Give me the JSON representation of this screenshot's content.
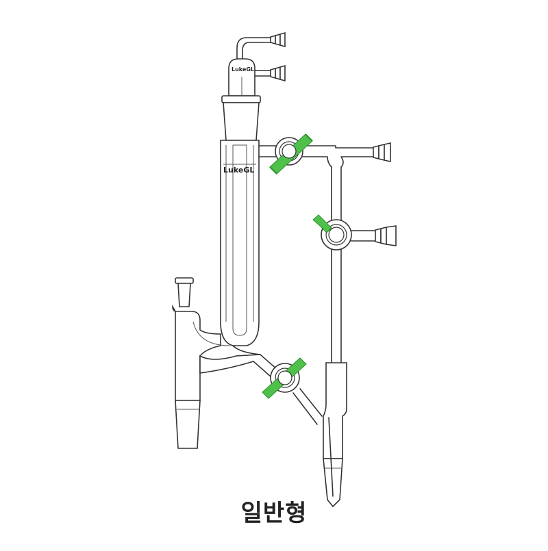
{
  "caption": "일반형",
  "labels": {
    "brand_top": "LukeGL",
    "brand_mid": "LukeGL"
  },
  "colors": {
    "glass_outline": "#333333",
    "stopcock_handle": "#4fc14a",
    "stopcock_handle_dark": "#2f8f2d",
    "background": "#ffffff",
    "caption": "#222222"
  },
  "icons": {
    "stopcock": "stopcock-valve-icon",
    "hose_barb": "hose-barb-icon",
    "joint": "ground-glass-joint-icon"
  }
}
